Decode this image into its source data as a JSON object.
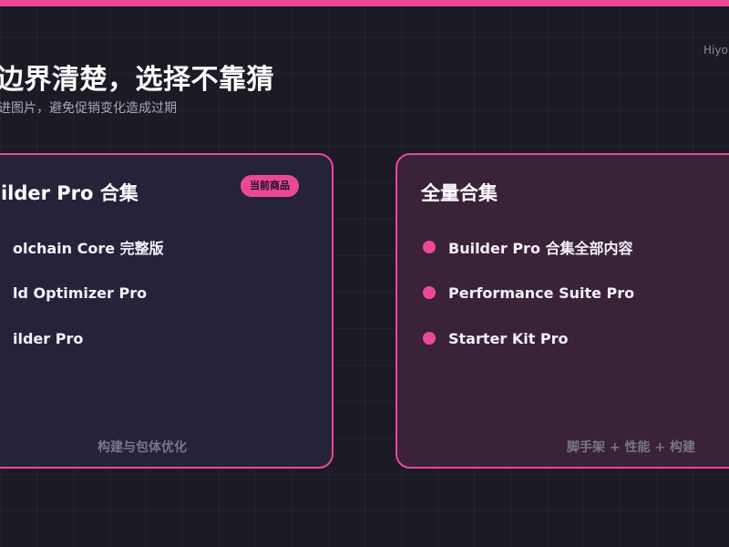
{
  "header": {
    "brand": "Hiyo",
    "title": "边界清楚，选择不靠猜",
    "subtitle": "进图片，避免促销变化造成过期"
  },
  "cards": [
    {
      "title": "uilder Pro 合集",
      "badge": "当前商品",
      "items": [
        {
          "label": "olchain Core 完整版"
        },
        {
          "label": "ld Optimizer Pro"
        },
        {
          "label": "ilder Pro"
        }
      ],
      "footer": "构建与包体优化"
    },
    {
      "title": "全量合集",
      "items": [
        {
          "label": "Builder Pro 合集全部内容"
        },
        {
          "label": "Performance Suite Pro"
        },
        {
          "label": "Starter Kit Pro"
        }
      ],
      "footer": "脚手架 + 性能 + 构建"
    }
  ],
  "colors": {
    "accent": "#ec4899",
    "background": "#1b1a25",
    "card_left_bg": "#25233a",
    "card_right_bg": "#3a2238"
  }
}
